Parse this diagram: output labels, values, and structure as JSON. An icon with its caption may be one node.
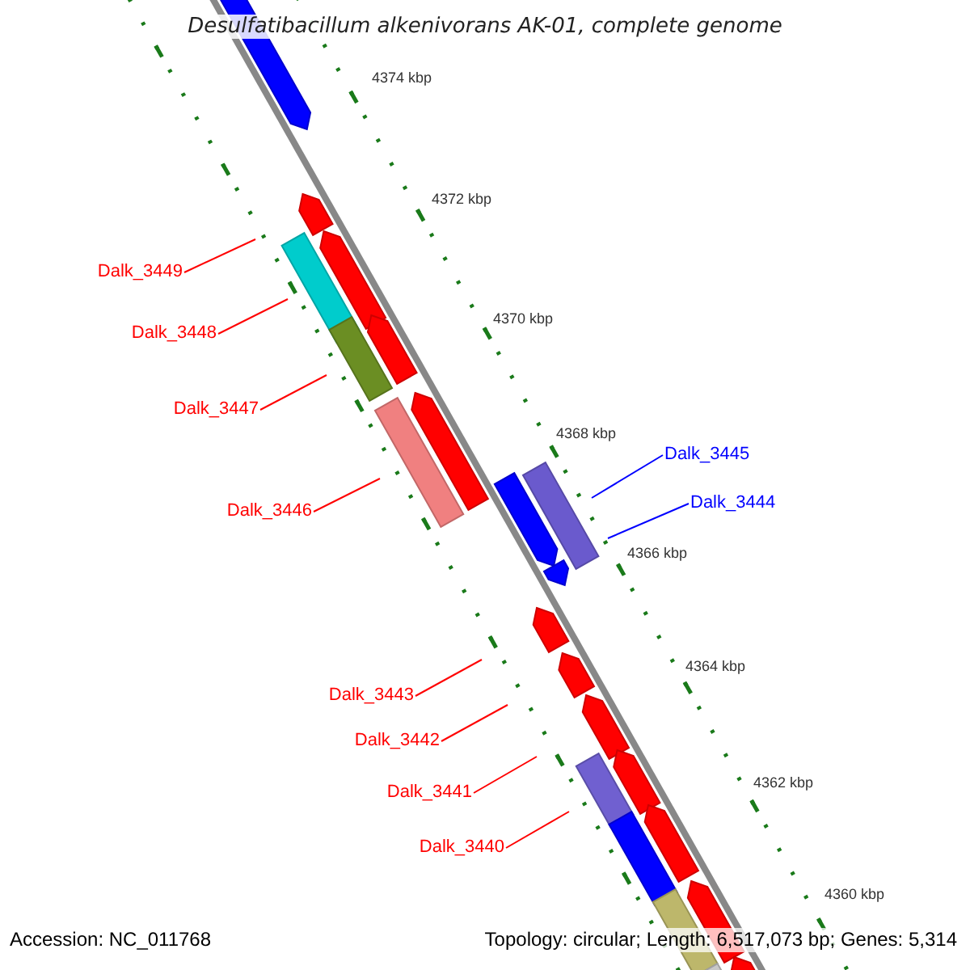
{
  "diagram": {
    "title": "Desulfatibacillum alkenivorans AK-01, complete genome",
    "nodes": [
      {
        "text": [
          "Dalk_3449"
        ]
      },
      {
        "text": [
          "Dalk_3448"
        ]
      },
      {
        "text": [
          "Dalk_3447"
        ]
      },
      {
        "text": [
          "Dalk_3446"
        ]
      },
      {
        "text": [
          "Dalk_3445"
        ]
      },
      {
        "text": [
          "Dalk_3444"
        ]
      },
      {
        "text": [
          "Dalk_3443"
        ]
      },
      {
        "text": [
          "Dalk_3442"
        ]
      },
      {
        "text": [
          "Dalk_3441"
        ]
      },
      {
        "text": [
          "Dalk_3440"
        ]
      }
    ],
    "edges": [
      {
        "from": 0,
        "to": null,
        "arrow": "none"
      },
      {
        "from": 1,
        "to": null,
        "arrow": "none"
      },
      {
        "from": 2,
        "to": null,
        "arrow": "none"
      },
      {
        "from": 3,
        "to": null,
        "arrow": "none"
      },
      {
        "from": 4,
        "to": null,
        "arrow": "none",
        "color": "#0000ff"
      },
      {
        "from": 5,
        "to": null,
        "arrow": "none",
        "color": "#0000ff"
      },
      {
        "from": 6,
        "to": null,
        "arrow": "none"
      },
      {
        "from": 7,
        "to": null,
        "arrow": "none"
      },
      {
        "from": 8,
        "to": null,
        "arrow": "none"
      },
      {
        "from": 9,
        "to": null,
        "arrow": "none"
      }
    ],
    "labels": [
      "4374 kbp",
      "4372 kbp",
      "4370 kbp",
      "4368 kbp",
      "4366 kbp",
      "4364 kbp",
      "4362 kbp",
      "4360 kbp",
      "Accession: NC_011768",
      "Topology: circular; Length: 6,517,073 bp; Genes: 5,314"
    ]
  }
}
